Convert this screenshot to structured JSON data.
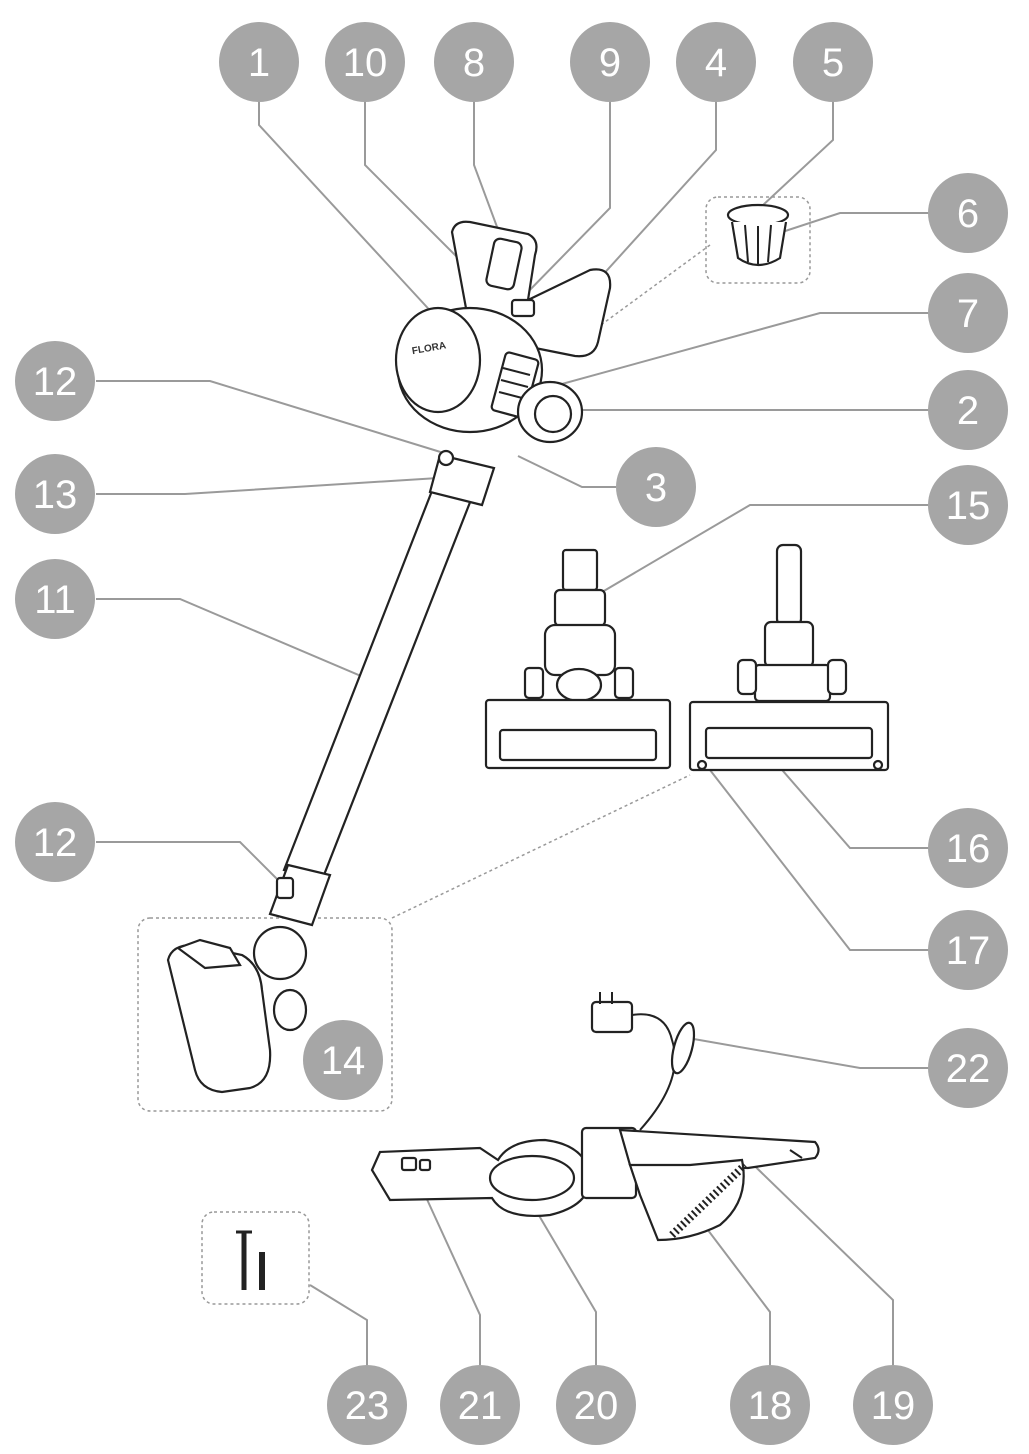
{
  "brand_logo": "FLORA",
  "callouts": [
    "1",
    "10",
    "8",
    "9",
    "4",
    "5",
    "6",
    "7",
    "12",
    "2",
    "13",
    "3",
    "15",
    "11",
    "16",
    "12",
    "17",
    "14",
    "22",
    "23",
    "21",
    "20",
    "18",
    "19"
  ],
  "colors": {
    "callout_fill": "#a6a6a6",
    "callout_text": "#ffffff",
    "line": "#9a9a9a",
    "outline": "#222222"
  }
}
